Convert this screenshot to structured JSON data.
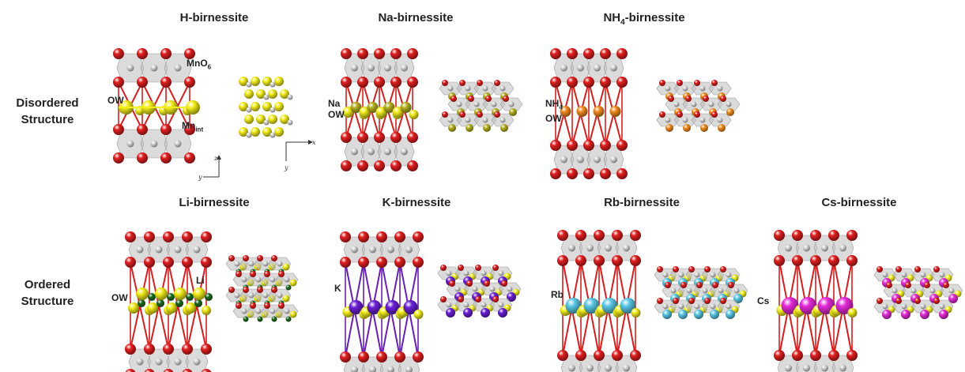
{
  "colors": {
    "oxygen": "#e01f1f",
    "manganese": "#d8d8d8",
    "water": "#f3ee1c",
    "sodium": "#b5b020",
    "ammonium": "#f28c1e",
    "lithium": "#1e6b1e",
    "potassium": "#6a1fd6",
    "rubidium": "#5bc8e6",
    "cesium": "#e52ad8",
    "octahedron": "#bdbdbd",
    "bond_red": "#d42020",
    "bond_purple": "#6a20b0"
  },
  "row_labels": {
    "disordered": [
      "Disordered",
      "Structure"
    ],
    "ordered": [
      "Ordered",
      "Structure"
    ]
  },
  "panels": {
    "h": "H-birnessite",
    "na": "Na-birnessite",
    "nh4": "NH4-birnessite",
    "li": "Li-birnessite",
    "k": "K-birnessite",
    "rb": "Rb-birnessite",
    "cs": "Cs-birnessite"
  },
  "atom_labels": {
    "mno6": "MnO6",
    "ow": "OW",
    "mnint": "Mnint",
    "na": "Na",
    "nh4": "NH4",
    "li": "Li",
    "k": "K",
    "rb": "Rb",
    "cs": "Cs"
  },
  "axes": {
    "z": "z",
    "y": "y",
    "x": "x"
  }
}
